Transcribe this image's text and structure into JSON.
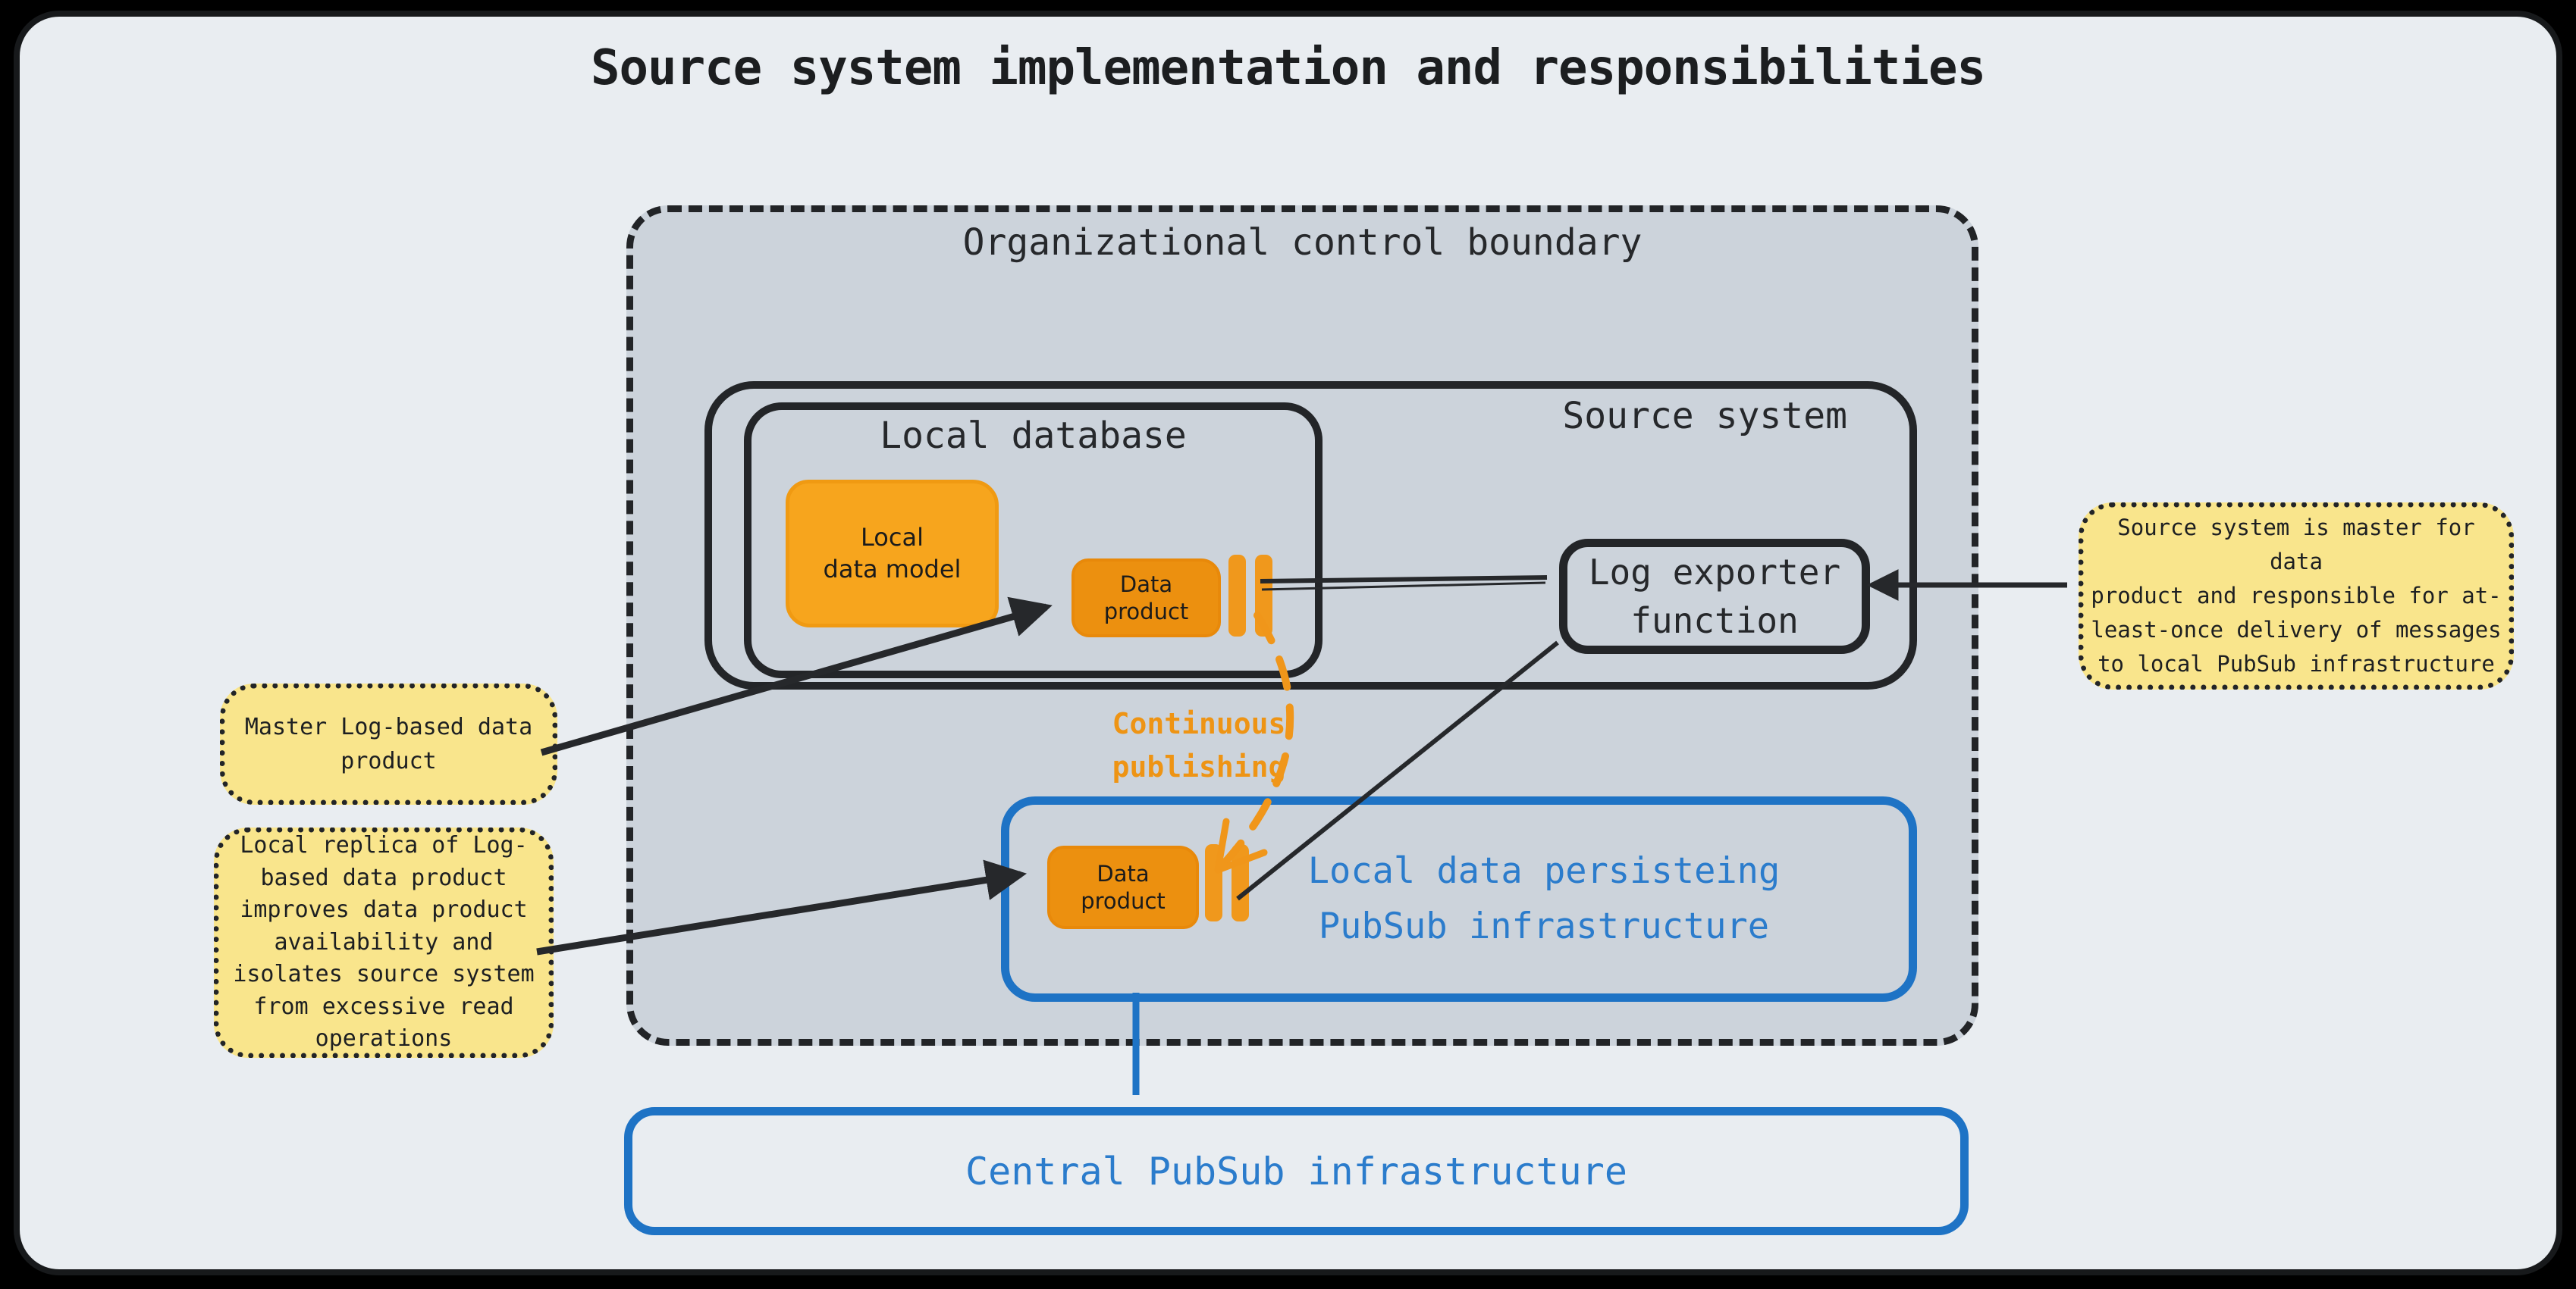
{
  "title": "Source system implementation and responsibilities",
  "colors": {
    "canvas_bg": "#e9edf1",
    "boundary_fill": "#ccd3db",
    "ink": "#26282b",
    "note_yellow": "#f9e58c",
    "orange_light": "#f7a51d",
    "orange_dark": "#ec900f",
    "orange_accent": "#ef9713",
    "blue": "#1e73c5",
    "blue_text": "#2b7ccc"
  },
  "boundary": {
    "label": "Organizational control boundary"
  },
  "source_system": {
    "label": "Source system"
  },
  "local_database": {
    "label": "Local database"
  },
  "local_data_model": {
    "label": "Local\ndata model"
  },
  "data_product_master": {
    "label": "Data\nproduct"
  },
  "data_product_replica": {
    "label": "Data\nproduct"
  },
  "log_exporter": {
    "label": "Log exporter\nfunction"
  },
  "local_pubsub": {
    "label": "Local data persisteing\nPubSub infrastructure"
  },
  "central_pubsub": {
    "label": "Central PubSub infrastructure"
  },
  "continuous_publishing": {
    "label": "Continuous\npublishing"
  },
  "notes": {
    "master": {
      "text": "Master Log-based data\nproduct"
    },
    "replica": {
      "text": "Local replica of Log-\nbased data product\nimproves data product\navailability and\nisolates source system\nfrom excessive read\noperations"
    },
    "source_master": {
      "text": "Source system is master for data\nproduct and responsible for at-\nleast-once delivery of messages\nto local PubSub infrastructure"
    }
  }
}
